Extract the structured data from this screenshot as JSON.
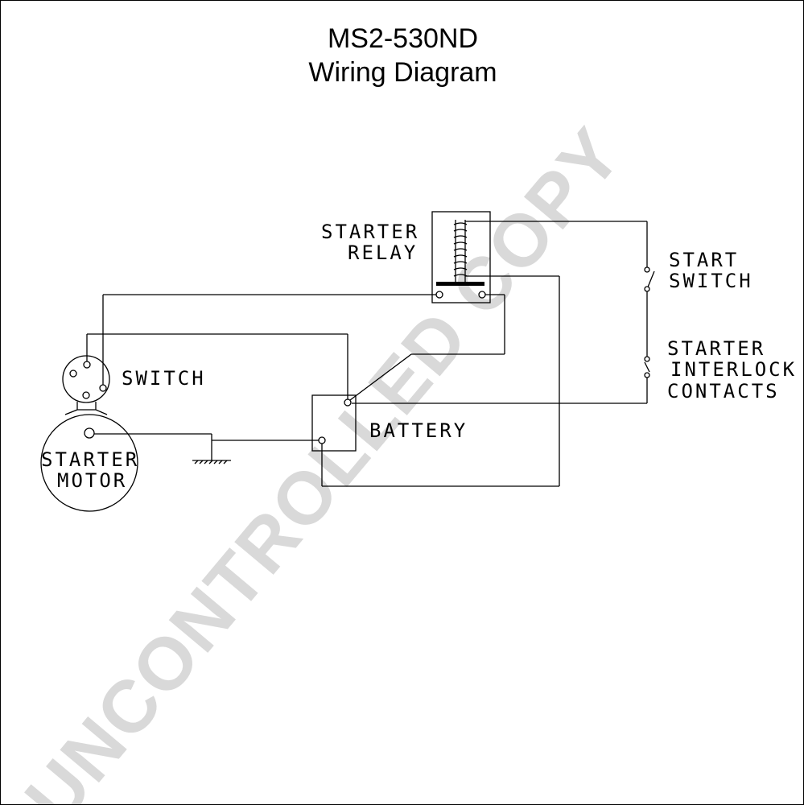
{
  "title": {
    "line1": "MS2-530ND",
    "line2": "Wiring Diagram"
  },
  "labels": {
    "starter_relay_1": "STARTER",
    "starter_relay_2": "RELAY",
    "start_switch_1": "START",
    "start_switch_2": "SWITCH",
    "interlock_1": "STARTER",
    "interlock_2": "INTERLOCK",
    "interlock_3": "CONTACTS",
    "switch": "SWITCH",
    "battery": "BATTERY",
    "motor_1": "STARTER",
    "motor_2": "MOTOR"
  },
  "watermark": "UNCONTROLLED COPY",
  "colors": {
    "line": "#000000",
    "background": "#ffffff",
    "watermark": "#d9d9d9"
  }
}
